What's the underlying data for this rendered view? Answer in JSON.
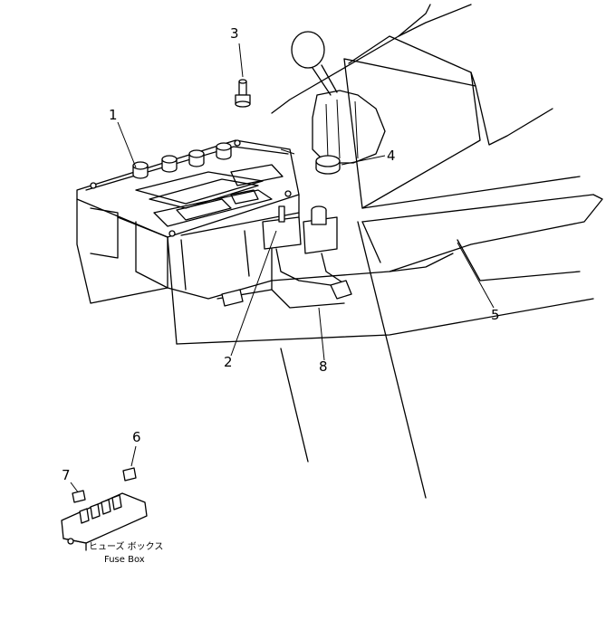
{
  "callouts": {
    "c1": "1",
    "c2": "2",
    "c3": "3",
    "c4": "4",
    "c5": "5",
    "c6": "6",
    "c7": "7",
    "c8": "8"
  },
  "fuse_box": {
    "caption_jp": "ヒューズ ボックス",
    "caption_en": "Fuse Box"
  },
  "colors": {
    "line": "#000000",
    "background": "#ffffff"
  }
}
